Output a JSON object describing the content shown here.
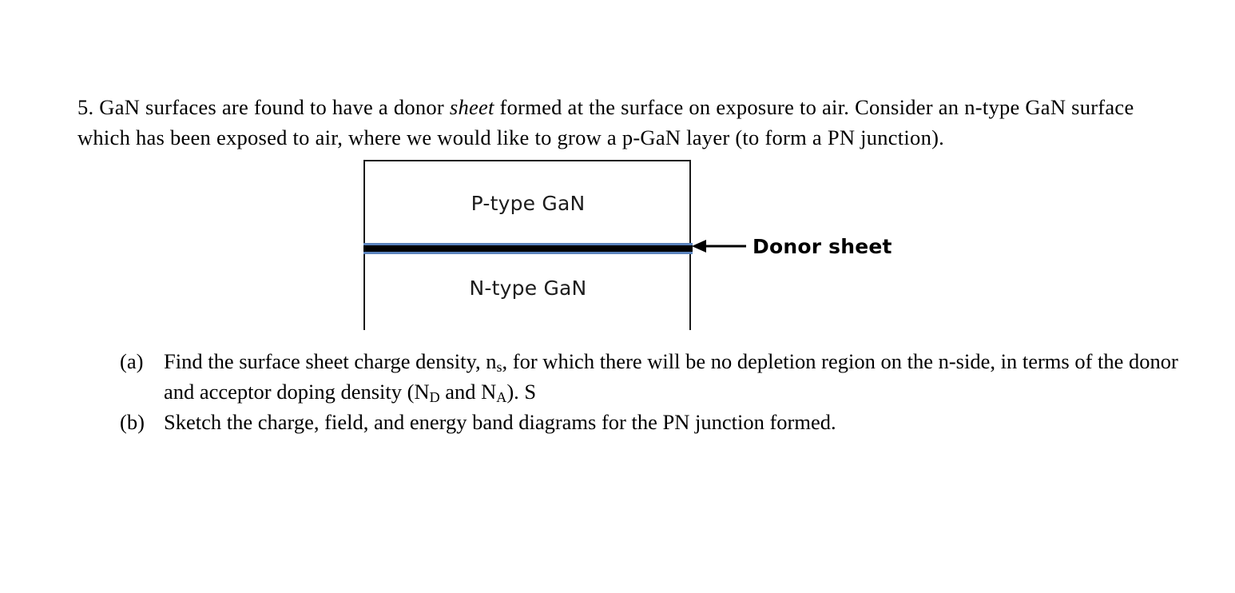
{
  "document": {
    "background_color": "#ffffff",
    "text_color": "#000000",
    "question_number": "5.",
    "intro": {
      "part1": "5. GaN surfaces are found to have a donor ",
      "emphasis": "sheet",
      "part2": " formed at the surface on exposure to air. Consider an n-type GaN surface which has been exposed to air, where we would like to grow a p-GaN layer (to form a PN junction)."
    }
  },
  "figure": {
    "name": "pn-junction-diagram",
    "box": {
      "border_color": "#1a1a1a",
      "fill_color": "#ffffff",
      "has_bottom_border": false
    },
    "top_layer_label": "P-type GaN",
    "bottom_layer_label": "N-type GaN",
    "donor_sheet": {
      "core_color": "#000000",
      "halo_color": "#5b83bd"
    },
    "callout": {
      "label": "Donor sheet",
      "arrow_direction": "left",
      "arrow_color": "#000000"
    }
  },
  "questions": [
    {
      "marker": "(a)",
      "text_before_sub1": "Find the surface sheet charge density, n",
      "sub1": "s",
      "text_after_sub1": ", for which there will be no depletion region on the n-side, in terms of the donor and acceptor doping density (N",
      "sub2": "D",
      "text_mid": " and N",
      "sub3": "A",
      "text_end": "). S"
    },
    {
      "marker": "(b)",
      "text": "Sketch the charge, field, and energy band diagrams for the PN junction formed."
    }
  ]
}
